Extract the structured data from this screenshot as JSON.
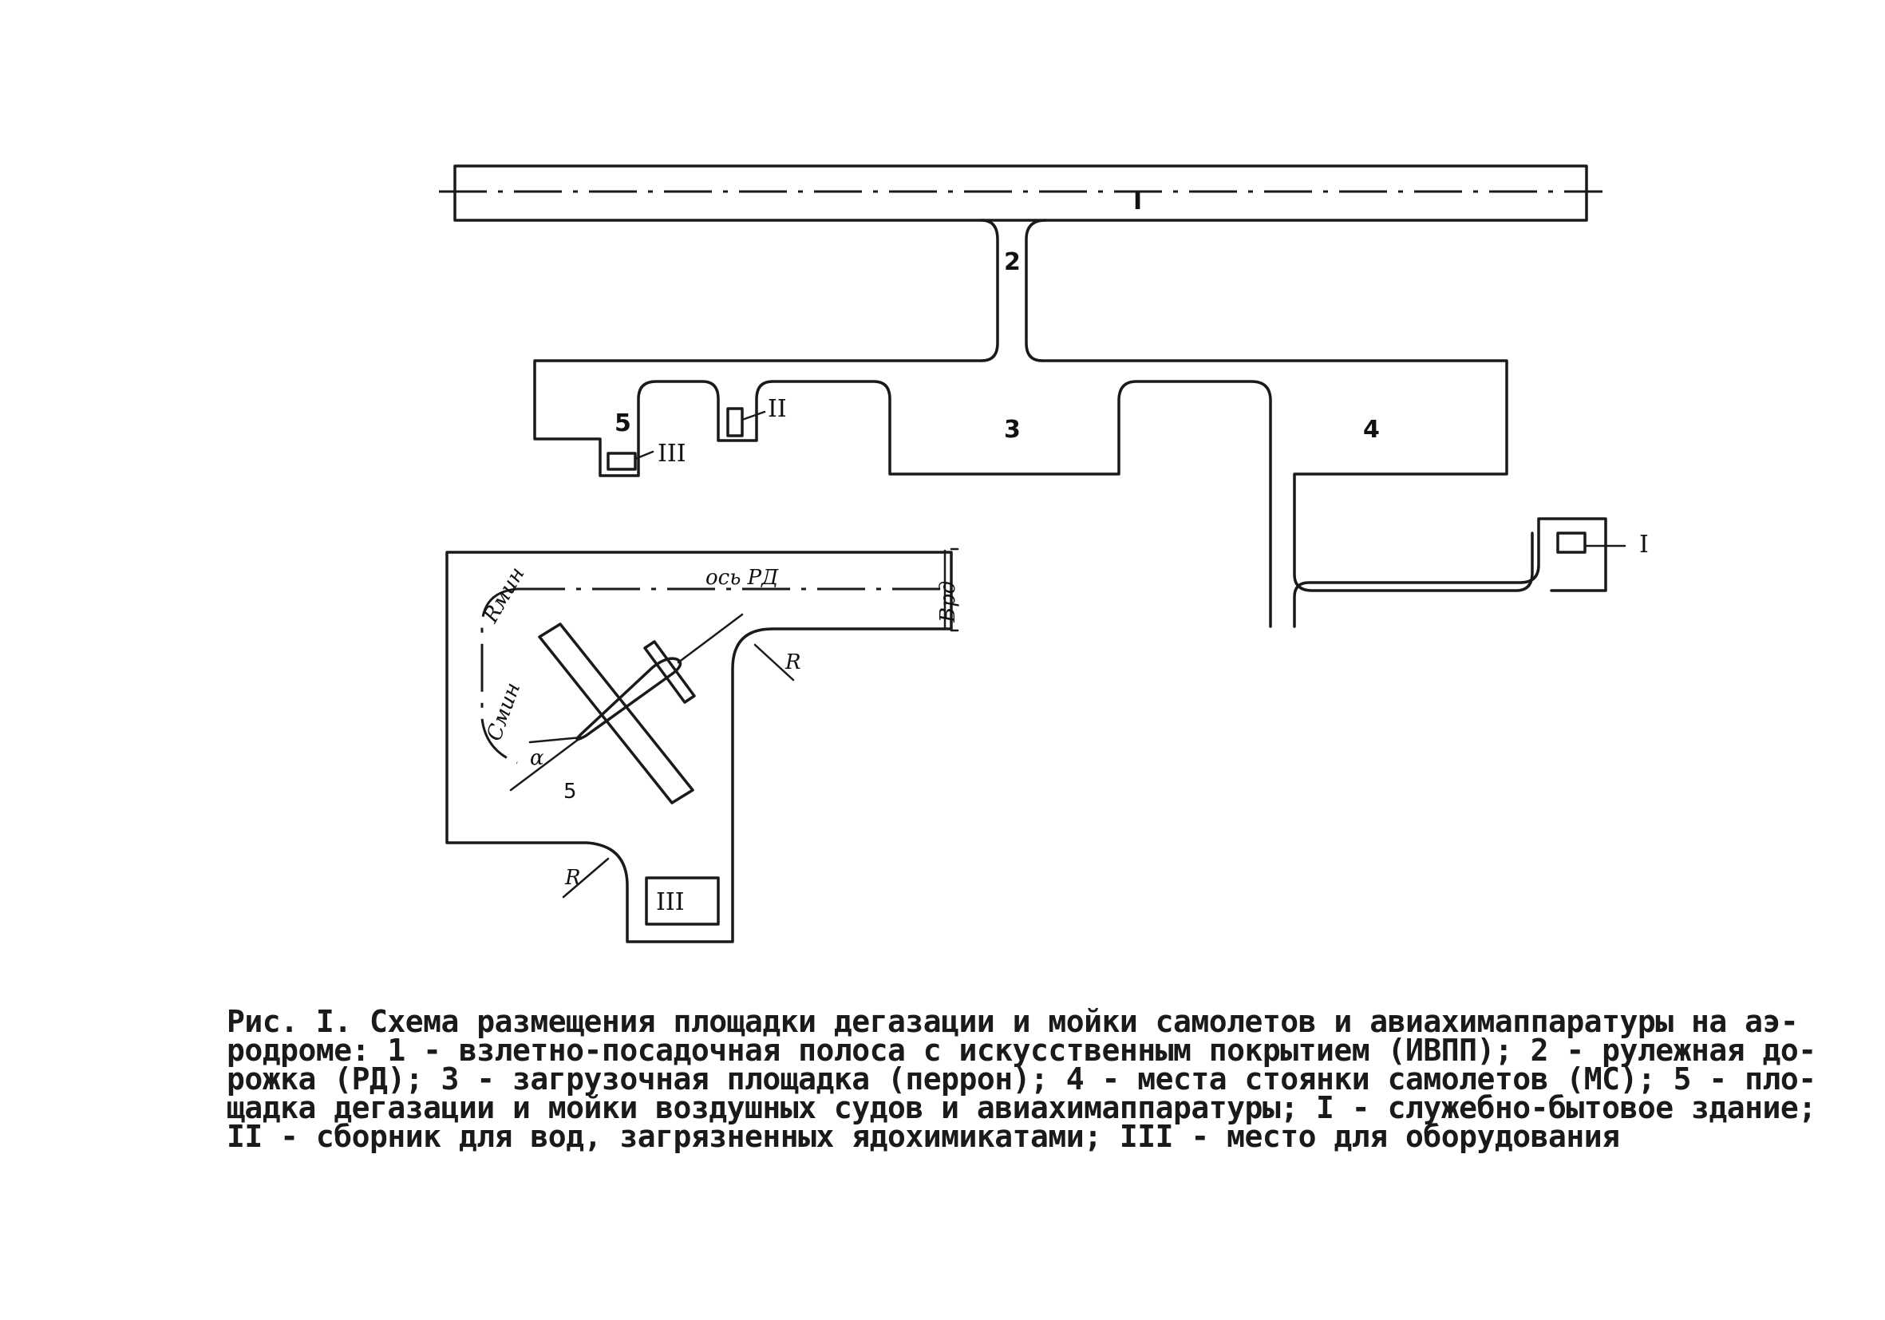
{
  "diagram": {
    "labels": {
      "runway": "I",
      "taxiway": "2",
      "apron": "3",
      "stands": "4",
      "pad_small": "5",
      "pad_large": "5",
      "marker_I": "I",
      "marker_II": "II",
      "marker_III_small": "III",
      "marker_III_large": "III",
      "axis_rd": "ось РД",
      "width_rd": "Врд",
      "radius_min": "Rмин",
      "radius_1": "R",
      "radius_2": "R",
      "clearance": "Смин",
      "angle": "α"
    }
  },
  "caption": {
    "lines": [
      "Рис. I. Схема размещения площадки дегазации и мойки самолетов и авиахимаппаратуры на аэ-",
      "родроме: 1 - взлетно-посадочная полоса с искусственным покрытием (ИВПП); 2 - рулежная до-",
      "рожка (РД); 3 - загрузочная площадка (перрон); 4 - места стоянки самолетов (МС); 5 - пло-",
      "щадка дегазации и мойки воздушных судов и авиахимаппаратуры; I - служебно-бытовое здание;",
      "II - сборник для вод, загрязненных ядохимикатами; III - место для оборудования"
    ]
  }
}
